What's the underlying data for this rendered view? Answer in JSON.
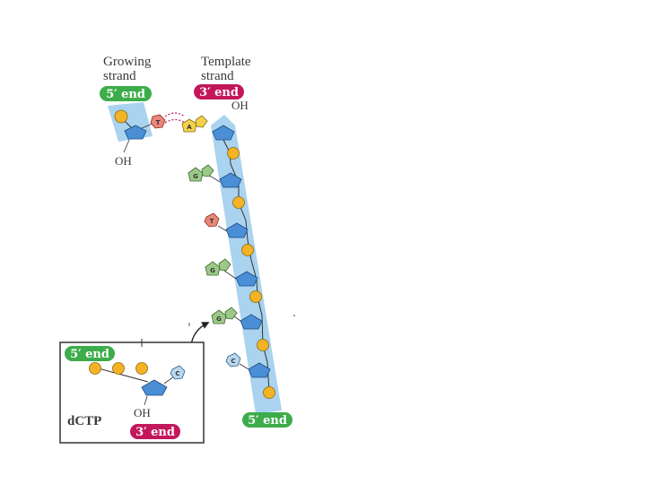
{
  "labels": {
    "growing_strand": [
      "Growing",
      "strand"
    ],
    "template_strand": [
      "Template",
      "strand"
    ],
    "growing_5_end": "5′ end",
    "template_3_end": "3′ end",
    "template_oh": "OH",
    "growing_oh": "OH",
    "template_5_end": "5′ end",
    "inset_5_end": "5′ end",
    "inset_3_end": "3′ end",
    "inset_oh": "OH",
    "dctp": "dCTP"
  },
  "bases": {
    "growing": "T",
    "template_top": "A",
    "template_side": [
      "G",
      "T",
      "G",
      "G",
      "C"
    ],
    "dctp_base": "C"
  },
  "colors": {
    "strand_band": "#a9d3ef",
    "green_pill": "#3dac4a",
    "magenta_pill": "#c2185b",
    "phosphate": "#f4b324",
    "sugar": "#4a8fd6",
    "base_g": "#9cc98a",
    "base_t": "#e8877a",
    "base_a": "#f2d24a",
    "base_c": "#b9d7ef"
  }
}
